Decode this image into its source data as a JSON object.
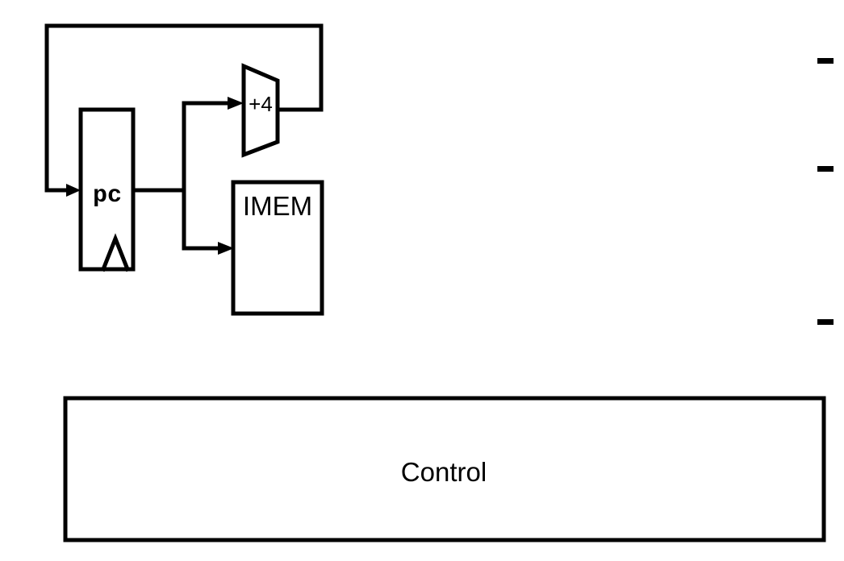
{
  "pc": {
    "label": "pc"
  },
  "adder": {
    "label": "+4"
  },
  "imem": {
    "label": "IMEM"
  },
  "control": {
    "label": "Control"
  }
}
